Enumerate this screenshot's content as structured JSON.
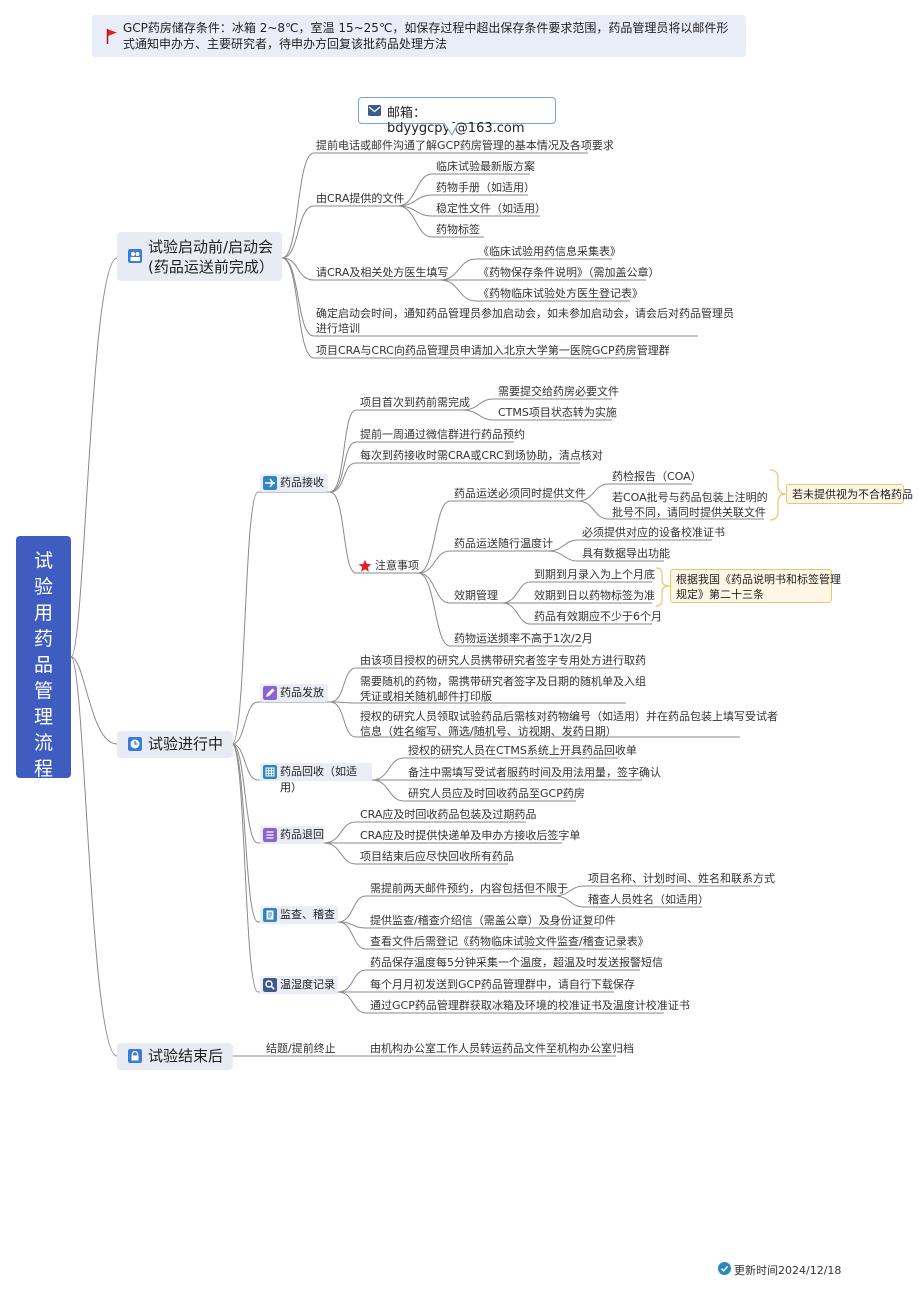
{
  "notice": "GCP药房储存条件：冰箱 2~8℃，室温 15~25℃，如保存过程中超出保存条件要求范围，药品管理员将以邮件形式通知申办方、主要研究者，待申办方回复该批药品处理方法",
  "email": "邮箱：bdyygcpyf@163.com",
  "root": "试验用药品管理流程",
  "before": {
    "title": "试验启动前/启动会\n(药品运送前完成）",
    "items": {
      "comm": "提前电话或邮件沟通了解GCP药房管理的基本情况及各项要求",
      "docs": "由CRA提供的文件",
      "docs_children": [
        "临床试验最新版方案",
        "药物手册（如适用）",
        "稳定性文件（如适用）",
        "药物标签"
      ],
      "forms": "请CRA及相关处方医生填写",
      "forms_children": [
        "《临床试验用药信息采集表》",
        "《药物保存条件说明》（需加盖公章）",
        "《药物临床试验处方医生登记表》"
      ],
      "meeting": "确定启动会时间，通知药品管理员参加启动会，如未参加启动会，请会后对药品管理员\n进行培训",
      "group": "项目CRA与CRC向药品管理员申请加入北京大学第一医院GCP药房管理群"
    }
  },
  "during": {
    "title": "试验进行中",
    "receive": {
      "title": "药品接收",
      "first": "项目首次到药前需完成",
      "first_children": [
        "需要提交给药房必要文件",
        "CTMS项目状态转为实施"
      ],
      "reserve": "提前一周通过微信群进行药品预约",
      "assist": "每次到药接收时需CRA或CRC到场协助，清点核对",
      "notes": "注意事项",
      "docs": "药品运送必须同时提供文件",
      "coa": "药检报告（COA）",
      "coa_mismatch": "若COA批号与药品包装上注明的\n批号不同，请同时提供关联文件",
      "unqualified": "若未提供视为不合格药品",
      "thermo": "药品运送随行温度计",
      "thermo_children": [
        "必须提供对应的设备校准证书",
        "具有数据导出功能"
      ],
      "expiry": "效期管理",
      "expiry_children": [
        "到期到月录入为上个月底",
        "效期到日以药物标签为准",
        "药品有效期应不少于6个月"
      ],
      "regulation": "根据我国《药品说明书和标签管理\n规定》第二十三条",
      "frequency": "药物运送频率不高于1次/2月"
    },
    "dispense": {
      "title": "药品发放",
      "items": [
        "由该项目授权的研究人员携带研究者签字专用处方进行取药",
        "需要随机的药物，需携带研究者签字及日期的随机单及入组\n凭证或相关随机邮件打印版",
        "授权的研究人员领取试验药品后需核对药物编号（如适用）并在药品包装上填写受试者\n信息（姓名缩写、筛选/随机号、访视期、发药日期）"
      ]
    },
    "recycle": {
      "title": "药品回收（如适用）",
      "items": [
        "授权的研究人员在CTMS系统上开具药品回收单",
        "备注中需填写受试者服药时间及用法用量，签字确认",
        "研究人员应及时回收药品至GCP药房"
      ]
    },
    "returns": {
      "title": "药品退回",
      "items": [
        "CRA应及时回收药品包装及过期药品",
        "CRA应及时提供快递单及申办方接收后签字单",
        "项目结束后应尽快回收所有药品"
      ]
    },
    "audit": {
      "title": "监查、稽查",
      "appoint": "需提前两天邮件预约，内容包括但不限于",
      "appoint_children": [
        "项目名称、计划时间、姓名和联系方式",
        "稽查人员姓名（如适用）"
      ],
      "items": [
        "提供监查/稽查介绍信（需盖公章）及身份证复印件",
        "查看文件后需登记《药物临床试验文件监查/稽查记录表》"
      ]
    },
    "temp": {
      "title": "温湿度记录",
      "items": [
        "药品保存温度每5分钟采集一个温度，超温及时发送报警短信",
        "每个月月初发送到GCP药品管理群中，请自行下载保存",
        "通过GCP药品管理群获取冰箱及环境的校准证书及温度计校准证书"
      ]
    }
  },
  "after": {
    "title": "试验结束后",
    "end": "结题/提前终止",
    "end_child": "由机构办公室工作人员转运药品文件至机构办公室归档"
  },
  "updated": "更新时间2024/12/18",
  "colors": {
    "root": "#3f5cc0",
    "branch": "#7f7f7f",
    "icon_blue": "#3a7bd5",
    "icon_purple": "#8a63d2",
    "icon_teal": "#2e86c1",
    "callout_border": "#f0c36a",
    "callout_bg": "#fff7e6",
    "star": "#e02020",
    "flag": "#e02020"
  }
}
